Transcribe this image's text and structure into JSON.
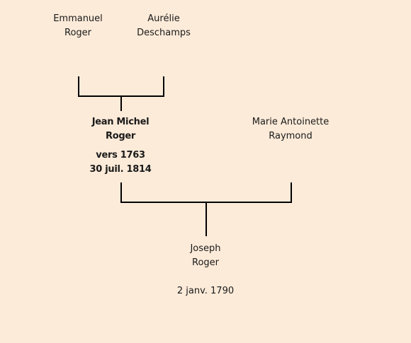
{
  "people": {
    "father_of_focus": {
      "first_name": "Emmanuel",
      "last_name": "Roger"
    },
    "mother_of_focus": {
      "first_name": "Aurélie",
      "last_name": "Deschamps"
    },
    "focus": {
      "first_name": "Jean Michel",
      "last_name": "Roger",
      "birth": "vers 1763",
      "death": "30 juil. 1814"
    },
    "spouse": {
      "first_name": "Marie Antoinette",
      "last_name": "Raymond"
    },
    "child": {
      "first_name": "Joseph",
      "last_name": "Roger",
      "birth": "2 janv. 1790"
    }
  }
}
